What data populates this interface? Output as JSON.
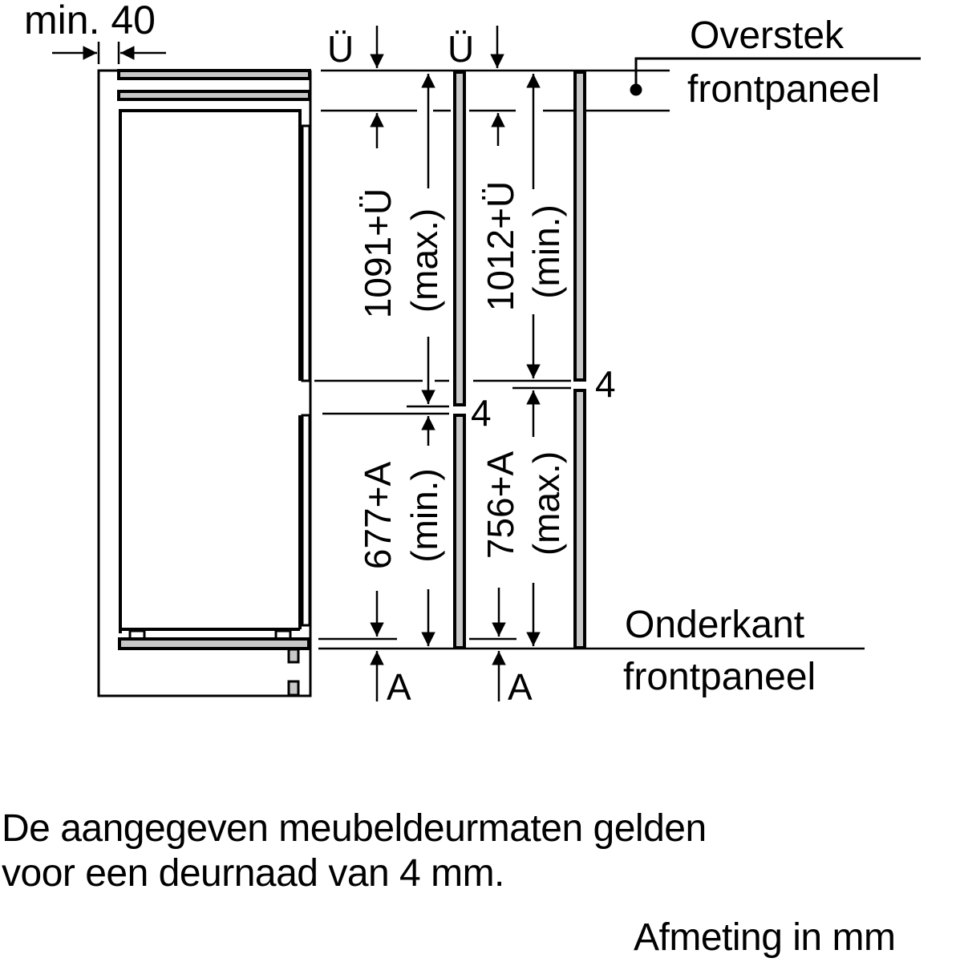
{
  "diagram": {
    "type": "built-in appliance installation dimensions",
    "gap_label": "min. 40",
    "overhang_symbol_left": "Ü",
    "overhang_symbol_right": "Ü",
    "overhang_label_line1": "Overstek",
    "overhang_label_line2": "frontpaneel",
    "bottom_label_line1": "Onderkant",
    "bottom_label_line2": "frontpaneel",
    "upper_door_max": "1091+Ü",
    "upper_door_max_qualifier": "(max.)",
    "upper_door_min": "1012+Ü",
    "upper_door_min_qualifier": "(min.)",
    "lower_door_min": "677+A",
    "lower_door_min_qualifier": "(min.)",
    "lower_door_max": "756+A",
    "lower_door_max_qualifier": "(max.)",
    "door_gap_left": "4",
    "door_gap_right": "4",
    "bottom_symbol_left": "A",
    "bottom_symbol_right": "A"
  },
  "footer": {
    "note_line1": "De aangegeven meubeldeurmaten gelden",
    "note_line2": "voor een deurnaad van 4 mm.",
    "units": "Afmeting in mm"
  },
  "colors": {
    "line": "#000000",
    "panel_fill": "#c8c8c8",
    "background": "#ffffff"
  }
}
